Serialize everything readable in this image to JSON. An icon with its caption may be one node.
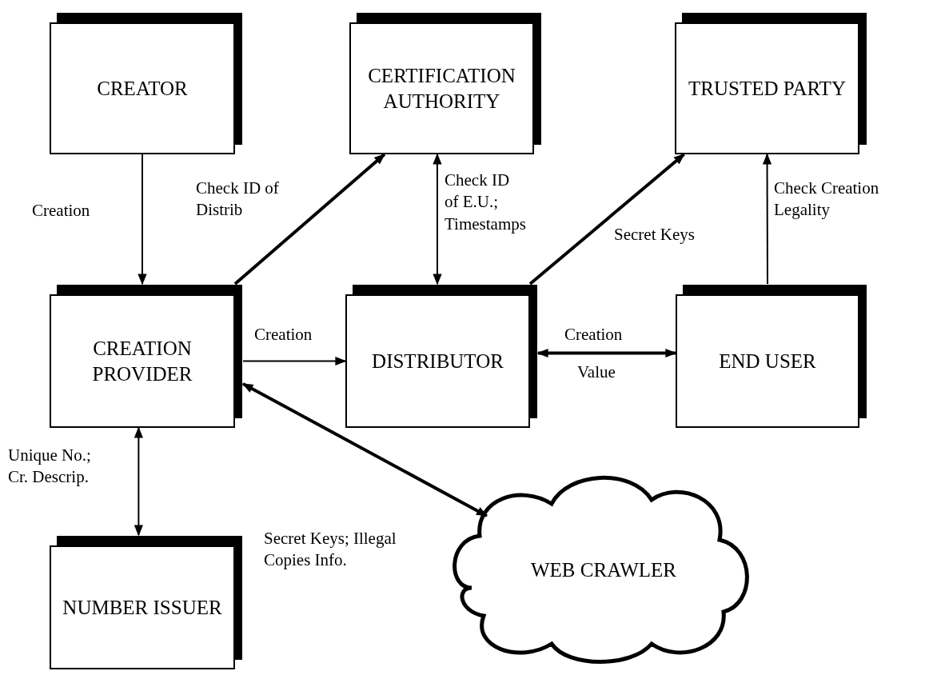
{
  "diagram": {
    "nodes": [
      {
        "text": [
          "CREATOR"
        ]
      },
      {
        "text": [
          "CERTIFICATION AUTHORITY"
        ]
      },
      {
        "text": [
          "TRUSTED PARTY"
        ]
      },
      {
        "text": [
          "CREATION PROVIDER"
        ]
      },
      {
        "text": [
          "DISTRIBUTOR"
        ]
      },
      {
        "text": [
          "END USER"
        ]
      },
      {
        "text": [
          "NUMBER ISSUER"
        ]
      },
      {
        "text": [
          "WEB CRAWLER"
        ]
      }
    ],
    "edges": [
      {
        "from": 0,
        "to": 3,
        "arrow": "to",
        "label": "Creation"
      },
      {
        "from": 3,
        "to": 1,
        "arrow": "to",
        "label": "Check ID of Distrib",
        "style": "thick"
      },
      {
        "from": 1,
        "to": 4,
        "arrow": "both",
        "label": "Check ID of E.U.; Timestamps"
      },
      {
        "from": 4,
        "to": 2,
        "arrow": "to",
        "label": "Secret Keys",
        "style": "thick"
      },
      {
        "from": 5,
        "to": 2,
        "arrow": "to",
        "label": "Check Creation Legality"
      },
      {
        "from": 3,
        "to": 4,
        "arrow": "to",
        "label": "Creation"
      },
      {
        "from": 4,
        "to": 5,
        "arrow": "both",
        "label": "Creation",
        "style": "thick"
      },
      {
        "from": 3,
        "to": 6,
        "arrow": "both",
        "label": "Unique No.; Cr. Descrip."
      },
      {
        "from": 3,
        "to": 7,
        "arrow": "both",
        "label": "Secret Keys; Illegal Copies Info.",
        "style": "thick"
      }
    ],
    "labels": [
      "Value"
    ]
  }
}
